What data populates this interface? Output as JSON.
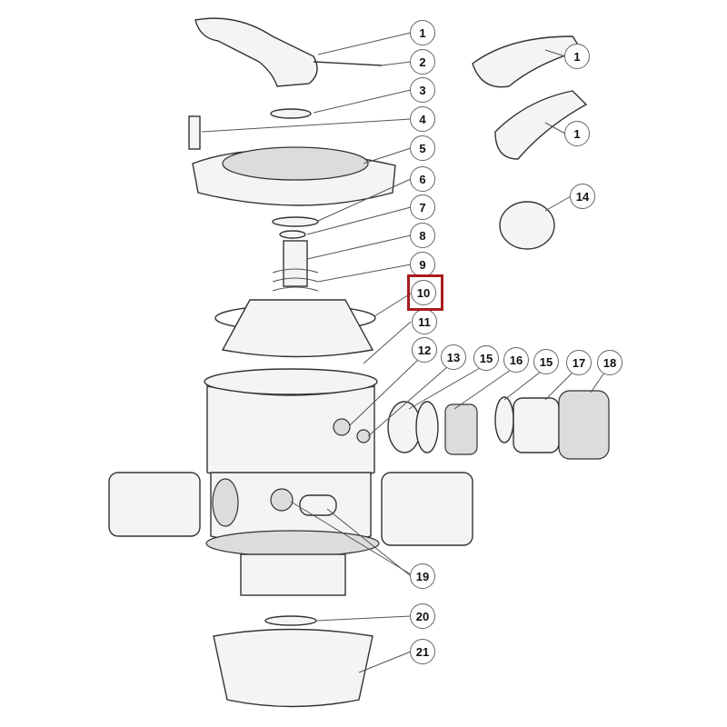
{
  "diagram": {
    "highlight_color": "#a81c1c",
    "highlighted_label": "10",
    "callouts": [
      "1",
      "2",
      "3",
      "4",
      "5",
      "6",
      "7",
      "8",
      "9",
      "10",
      "11",
      "12",
      "13",
      "15",
      "16",
      "15",
      "17",
      "18",
      "19",
      "20",
      "21"
    ],
    "side_callouts": [
      "1",
      "1",
      "14"
    ]
  }
}
